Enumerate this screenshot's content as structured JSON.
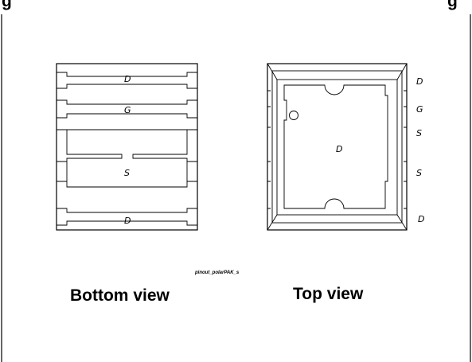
{
  "header": {
    "title_fragment": "g",
    "title_fragment_right": "g"
  },
  "bottom_view": {
    "title": "Bottom view",
    "pads": [
      "D",
      "G",
      "S",
      "D"
    ]
  },
  "top_view": {
    "title": "Top view",
    "center_label": "D",
    "pins": [
      "D",
      "G",
      "S",
      "S",
      "D"
    ]
  },
  "caption": "pinout_polarPAK_s",
  "colors": {
    "line": "#000000",
    "background": "#ffffff"
  }
}
